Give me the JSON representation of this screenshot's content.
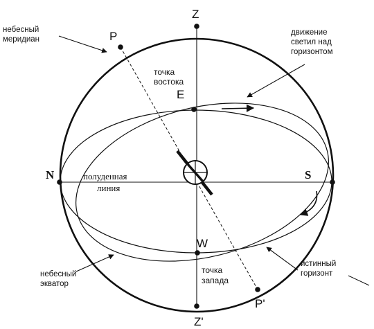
{
  "diagram": {
    "points": {
      "zenith": "Z",
      "nadir": "Z'",
      "north_pole": "P",
      "south_pole": "P'",
      "north": "N",
      "south": "S",
      "east": "E",
      "west": "W"
    },
    "labels": {
      "meridian_line1": "небесный",
      "meridian_line2": "меридиан",
      "motion_line1": "движение",
      "motion_line2": "светил над",
      "motion_line3": "горизонтом",
      "east_line1": "точка",
      "east_line2": "востока",
      "noon_line1": "полуденная",
      "noon_line2": "линия",
      "equator_line1": "небесный",
      "equator_line2": "экватор",
      "west_line1": "точка",
      "west_line2": "запада",
      "horizon_line1": "истинный",
      "horizon_line2": "горизонт"
    },
    "colors": {
      "ink": "#111111",
      "background": "#ffffff"
    }
  }
}
